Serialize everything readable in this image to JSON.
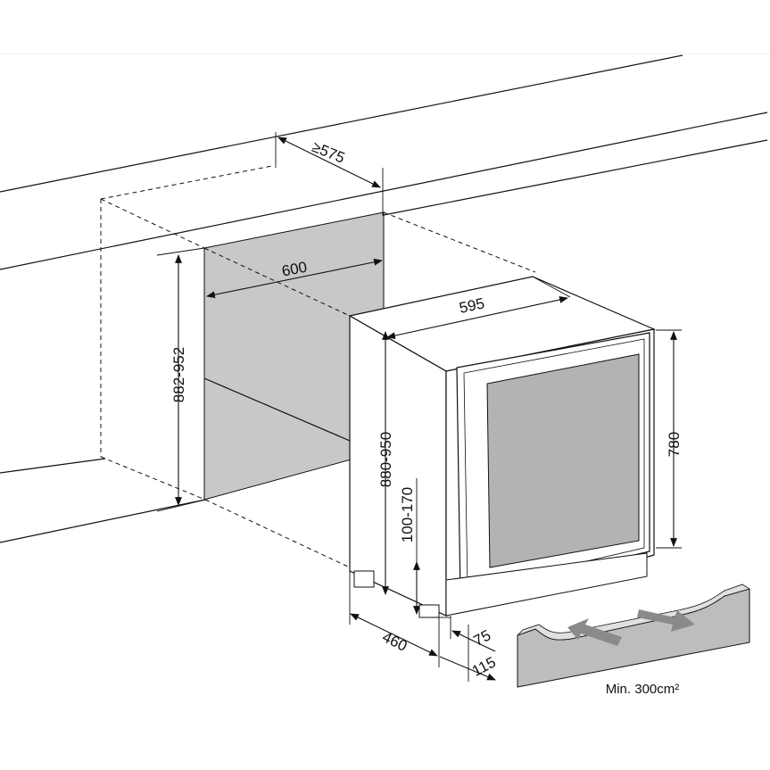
{
  "dimensions": {
    "depth_min": "≥575",
    "niche_width": "600",
    "unit_width": "595",
    "niche_height": "882-952",
    "unit_height": "880-950",
    "door_height": "780",
    "feet_height": "100-170",
    "feet_depth": "460",
    "plinth_offset_a": "75",
    "plinth_offset_b": "115"
  },
  "ventilation": {
    "label": "Min. 300cm²"
  },
  "colors": {
    "line": "#111111",
    "niche_fill": "#c8c8c8",
    "glass_fill": "#b3b3b3",
    "plinth_fill": "#bdbdbd",
    "airflow_arrow": "#8a8a8a"
  }
}
